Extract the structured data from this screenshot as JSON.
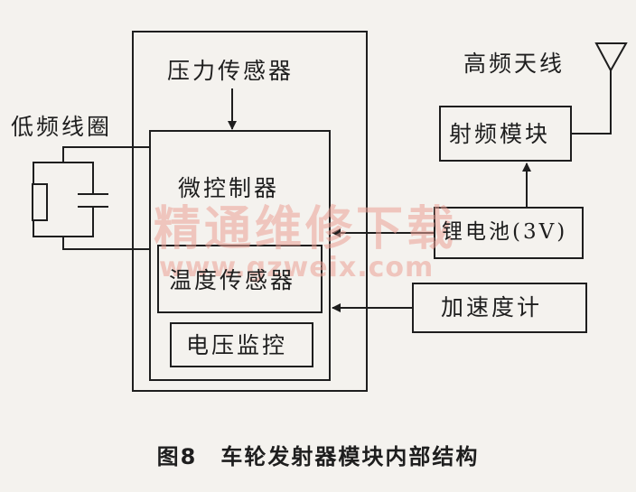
{
  "labels": {
    "pressure_sensor": "压力传感器",
    "microcontroller": "微控制器",
    "temperature_sensor": "温度传感器",
    "voltage_monitor": "电压监控",
    "lf_coil": "低频线圈",
    "hf_antenna": "高频天线",
    "rf_module": "射频模块",
    "battery": "锂电池(3V)",
    "accelerometer": "加速度计"
  },
  "caption": {
    "number": "图8",
    "title": "车轮发射器模块内部结构"
  },
  "watermark": {
    "text": "精通维修下载",
    "url": "www.gzweix.com"
  },
  "colors": {
    "line": "#1e1e1e",
    "watermark": "#eba096"
  }
}
